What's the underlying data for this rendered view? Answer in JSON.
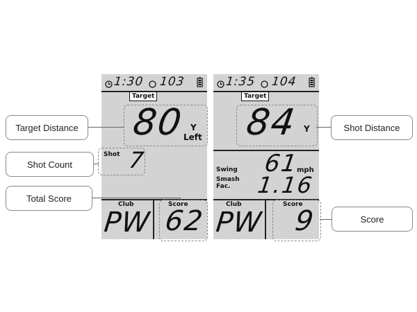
{
  "left_screen": {
    "time": "1:30",
    "count": "103",
    "target_tag": "Target",
    "distance_value": "80",
    "distance_unit": "Y",
    "direction": "Left",
    "shot_label": "Shot",
    "shot_value": "7",
    "club_label": "Club",
    "club_value": "PW",
    "score_label": "Score",
    "score_value": "62"
  },
  "right_screen": {
    "time": "1:35",
    "count": "104",
    "target_tag": "Target",
    "distance_value": "84",
    "distance_unit": "Y",
    "swing_label": "Swing",
    "swing_value": "61",
    "swing_unit": "mph",
    "smash_label_line1": "Smash",
    "smash_label_line2": "Fac.",
    "smash_value": "1.16",
    "club_label": "Club",
    "club_value": "PW",
    "score_label": "Score",
    "score_value": "9"
  },
  "callouts": {
    "target_distance": "Target Distance",
    "shot_count": "Shot Count",
    "total_score": "Total Score",
    "shot_distance": "Shot Distance",
    "score": "Score"
  },
  "colors": {
    "lcd_background": "#d3d3d3",
    "segment_text": "#111111",
    "dashed_outline": "#888888"
  },
  "icons": [
    "clock-icon",
    "golf-ball-icon",
    "battery-icon"
  ]
}
